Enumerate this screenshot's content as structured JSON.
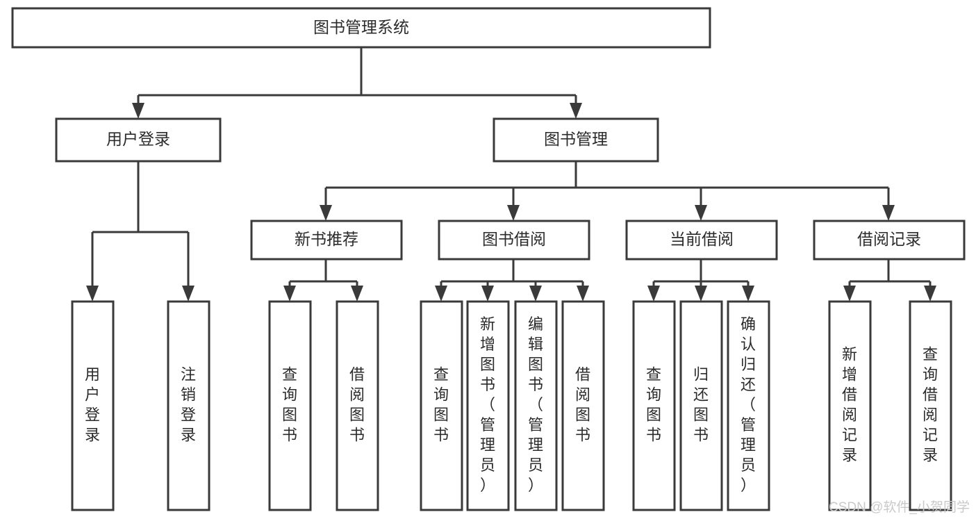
{
  "diagram": {
    "title": "图书管理系统",
    "type": "tree-hierarchy-chart",
    "colors": {
      "stroke": "#3a3a3a",
      "box_fill": "#ffffff",
      "text": "#2b2b2b",
      "background": "#ffffff",
      "watermark": "#c9c9c9"
    },
    "root": {
      "label": "图书管理系统",
      "orientation": "horizontal"
    },
    "level2": [
      {
        "label": "用户登录",
        "orientation": "horizontal"
      },
      {
        "label": "图书管理",
        "orientation": "horizontal"
      }
    ],
    "level3": [
      {
        "label": "新书推荐",
        "orientation": "horizontal"
      },
      {
        "label": "图书借阅",
        "orientation": "horizontal"
      },
      {
        "label": "当前借阅",
        "orientation": "horizontal"
      },
      {
        "label": "借阅记录",
        "orientation": "horizontal"
      }
    ],
    "leaves": {
      "user_login": [
        {
          "label": "用户登录",
          "orientation": "vertical"
        },
        {
          "label": "注销登录",
          "orientation": "vertical"
        }
      ],
      "new_book_recommend": [
        {
          "label": "查询图书",
          "orientation": "vertical"
        },
        {
          "label": "借阅图书",
          "orientation": "vertical"
        }
      ],
      "book_borrow": [
        {
          "label": "查询图书",
          "orientation": "vertical"
        },
        {
          "label": "新增图书（管理员）",
          "orientation": "vertical"
        },
        {
          "label": "编辑图书（管理员）",
          "orientation": "vertical"
        },
        {
          "label": "借阅图书",
          "orientation": "vertical"
        }
      ],
      "current_borrow": [
        {
          "label": "查询图书",
          "orientation": "vertical"
        },
        {
          "label": "归还图书",
          "orientation": "vertical"
        },
        {
          "label": "确认归还（管理员）",
          "orientation": "vertical"
        }
      ],
      "borrow_record": [
        {
          "label": "新增借阅记录",
          "orientation": "vertical"
        },
        {
          "label": "查询借阅记录",
          "orientation": "vertical"
        }
      ]
    },
    "watermark": "CSDN @软件_小贺同学"
  }
}
